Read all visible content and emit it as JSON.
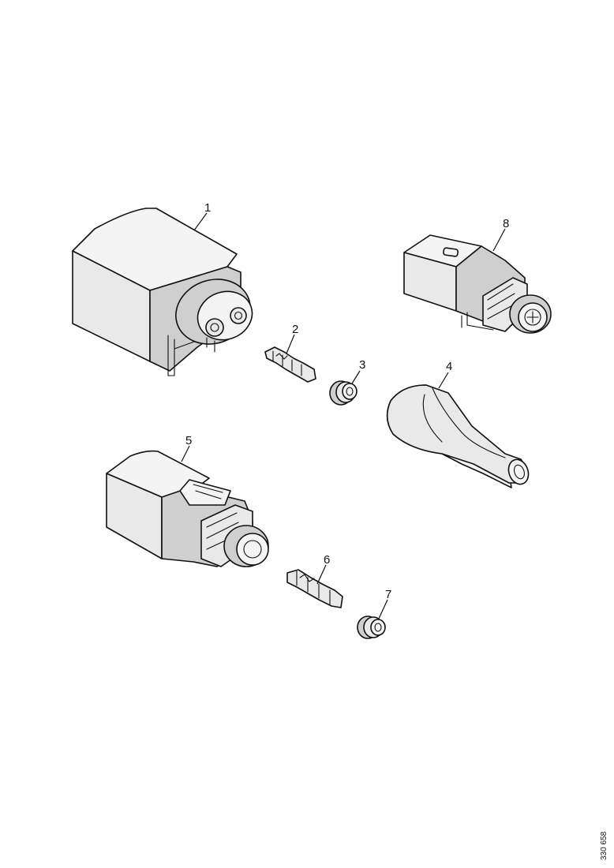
{
  "callouts": {
    "part_1": "1",
    "part_2": "2",
    "part_3": "3",
    "part_4": "4",
    "part_5": "5",
    "part_6": "6",
    "part_7": "7",
    "part_8": "8"
  },
  "reference_code": "330 658",
  "icons": {
    "part_1": "large-connector-housing-icon",
    "part_2": "contact-pin-icon",
    "part_3": "seal-grommet-icon",
    "part_4": "rubber-boot-icon",
    "part_5": "medium-connector-housing-icon",
    "part_6": "contact-pin-icon",
    "part_7": "seal-grommet-icon",
    "part_8": "small-connector-housing-icon"
  },
  "colors": {
    "line": "#111111",
    "fill": "#e9e9e9",
    "background": "#ffffff"
  }
}
